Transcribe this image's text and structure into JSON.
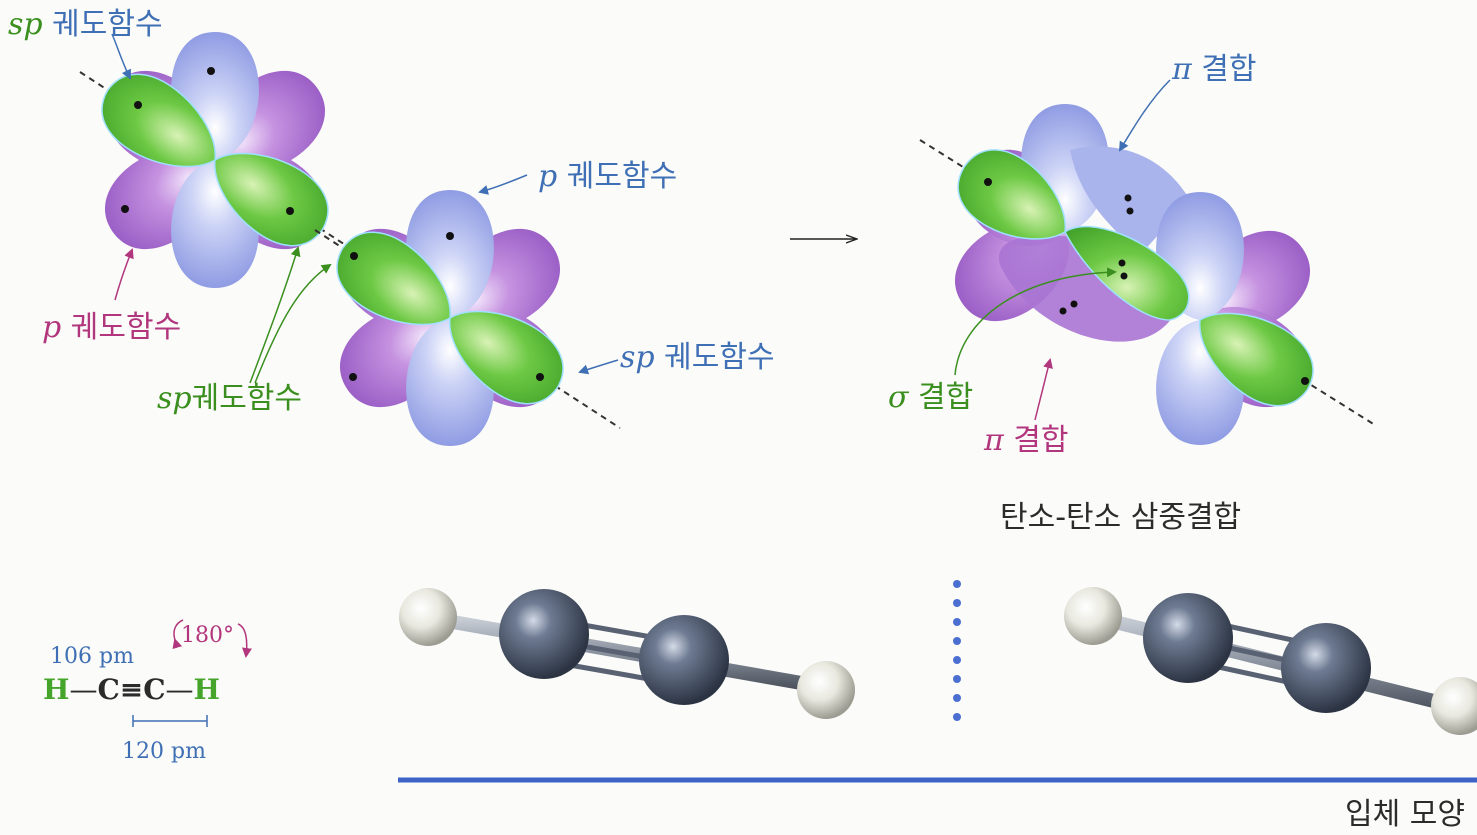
{
  "labels": {
    "sp_top": {
      "symbol": "sp",
      "text": "궤도함수"
    },
    "p_mid": {
      "symbol": "p",
      "text": "궤도함수"
    },
    "p_left": {
      "symbol": "p",
      "text": "궤도함수"
    },
    "sp_bottom": {
      "symbol": "sp",
      "text": "궤도함수"
    },
    "sp_right": {
      "symbol": "sp",
      "text": "궤도함수"
    },
    "pi_top": {
      "symbol": "π",
      "text": "결합"
    },
    "sigma": {
      "symbol": "σ",
      "text": "결합"
    },
    "pi_bottom": {
      "symbol": "π",
      "text": "결합"
    }
  },
  "caption_triple_bond": "탄소-탄소 삼중결합",
  "caption_3d": "입체 모양",
  "formula": {
    "H_left": "H",
    "dash_left": "—",
    "C_left": "C",
    "triple": "≡",
    "C_right": "C",
    "dash_right": "—",
    "H_right": "H",
    "ch_length": "106 pm",
    "angle": "180°",
    "cc_length": "120 pm"
  },
  "colors": {
    "sp_orbital": "#5cbf3a",
    "p_orbital_blue": "#a9b5ee",
    "p_orbital_purple": "#b77fd6",
    "carbon_atom": "#4c586c",
    "hydrogen_atom": "#e9e9e2",
    "accent_line": "#3d63c9"
  }
}
